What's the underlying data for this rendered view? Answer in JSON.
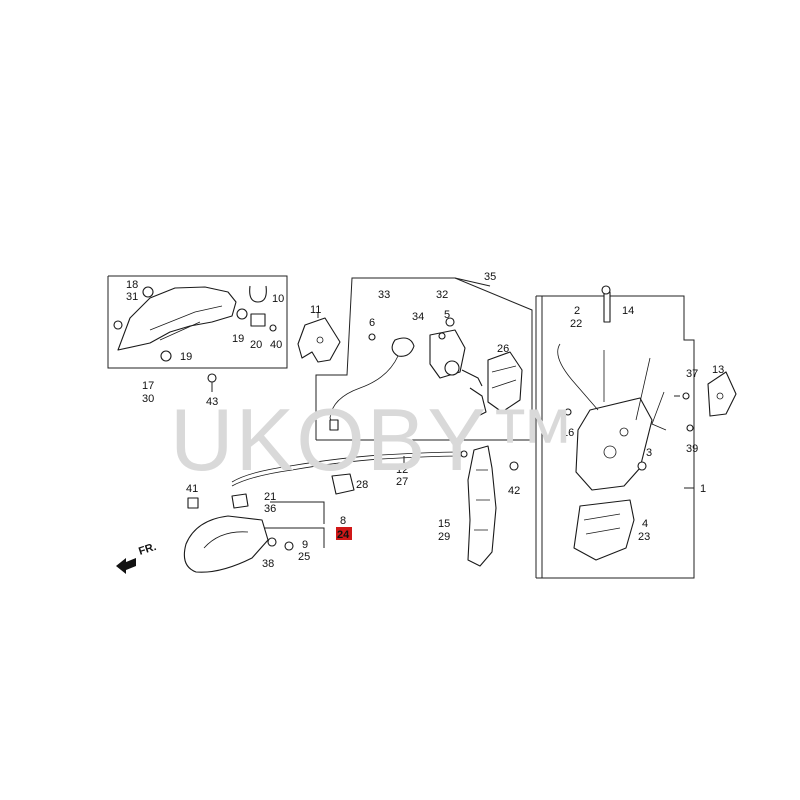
{
  "watermark": "UKOBY™",
  "direction_label": "FR.",
  "callouts": {
    "c18": "18",
    "c31": "31",
    "c19": "19",
    "c10": "10",
    "c20": "20",
    "c40": "40",
    "c17": "17",
    "c30": "30",
    "c43": "43",
    "c11": "11",
    "c33": "33",
    "c6": "6",
    "c34": "34",
    "c32": "32",
    "c5": "5",
    "c26": "26",
    "c35": "35",
    "c2": "2",
    "c22": "22",
    "c14": "14",
    "c37": "37",
    "c13": "13",
    "c16": "16",
    "c3": "3",
    "c39": "39",
    "c1": "1",
    "c4": "4",
    "c23": "23",
    "c12": "12",
    "c27": "27",
    "c28": "28",
    "c42": "42",
    "c15": "15",
    "c29": "29",
    "c41": "41",
    "c21": "21",
    "c36": "36",
    "c8": "8",
    "c24": "24",
    "c9": "9",
    "c25": "25",
    "c38": "38"
  },
  "highlight": {
    "part": "24",
    "color": "#d01818"
  }
}
